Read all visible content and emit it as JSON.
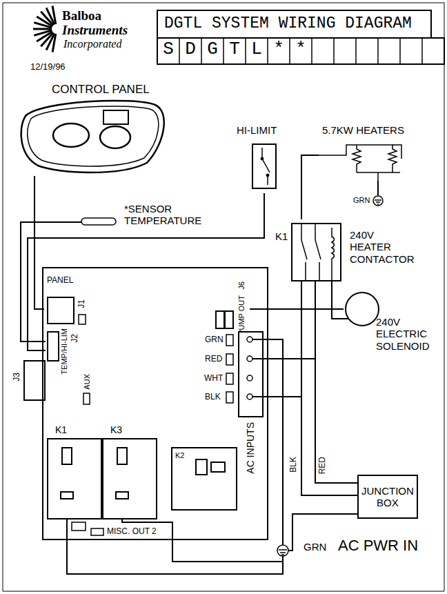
{
  "diagram": {
    "title": "DGTL SYSTEM WIRING DIAGRAM",
    "nodes": [
      {
        "text": [
          "CONTROL PANEL"
        ]
      },
      {
        "text": [
          "HI-LIMIT"
        ]
      },
      {
        "text": [
          "5.7KW HEATERS"
        ]
      },
      {
        "text": [
          "*SENSOR TEMPERATURE"
        ]
      },
      {
        "text": [
          "K1",
          "240V HEATER CONTACTOR"
        ]
      },
      {
        "text": [
          "PANEL",
          "J1"
        ]
      },
      {
        "text": [
          "TEMP/HI-LIM",
          "J2"
        ]
      },
      {
        "text": [
          "J6",
          "PUMP OUT"
        ]
      },
      {
        "text": [
          "AC INPUTS"
        ]
      },
      {
        "text": [
          "240V ELECTRIC SOLENOID"
        ]
      },
      {
        "text": [
          "K1"
        ]
      },
      {
        "text": [
          "K3"
        ]
      },
      {
        "text": [
          "K2"
        ]
      },
      {
        "text": [
          "JUNCTION BOX"
        ]
      }
    ],
    "edges": [
      {
        "from": 0,
        "to": 5,
        "arrow": "none"
      },
      {
        "from": 3,
        "to": 6,
        "arrow": "none"
      },
      {
        "from": 1,
        "to": 6,
        "arrow": "none"
      },
      {
        "from": 8,
        "to": 4,
        "arrow": "none"
      },
      {
        "from": 4,
        "to": 2,
        "arrow": "none"
      },
      {
        "from": 9,
        "to": 7,
        "arrow": "none"
      },
      {
        "from": 13,
        "to": 4,
        "arrow": "none"
      }
    ],
    "labels": [
      "Balboa",
      "Instruments",
      "Incorporated",
      "12/19/96",
      "S",
      "D",
      "G",
      "T",
      "L",
      "*",
      "*",
      "GRN",
      "GRN",
      "RED",
      "WHT",
      "BLK",
      "AUX",
      "J3",
      "MISC. OUT 2",
      "BLK",
      "RED",
      "GRN",
      "AC PWR IN"
    ]
  }
}
